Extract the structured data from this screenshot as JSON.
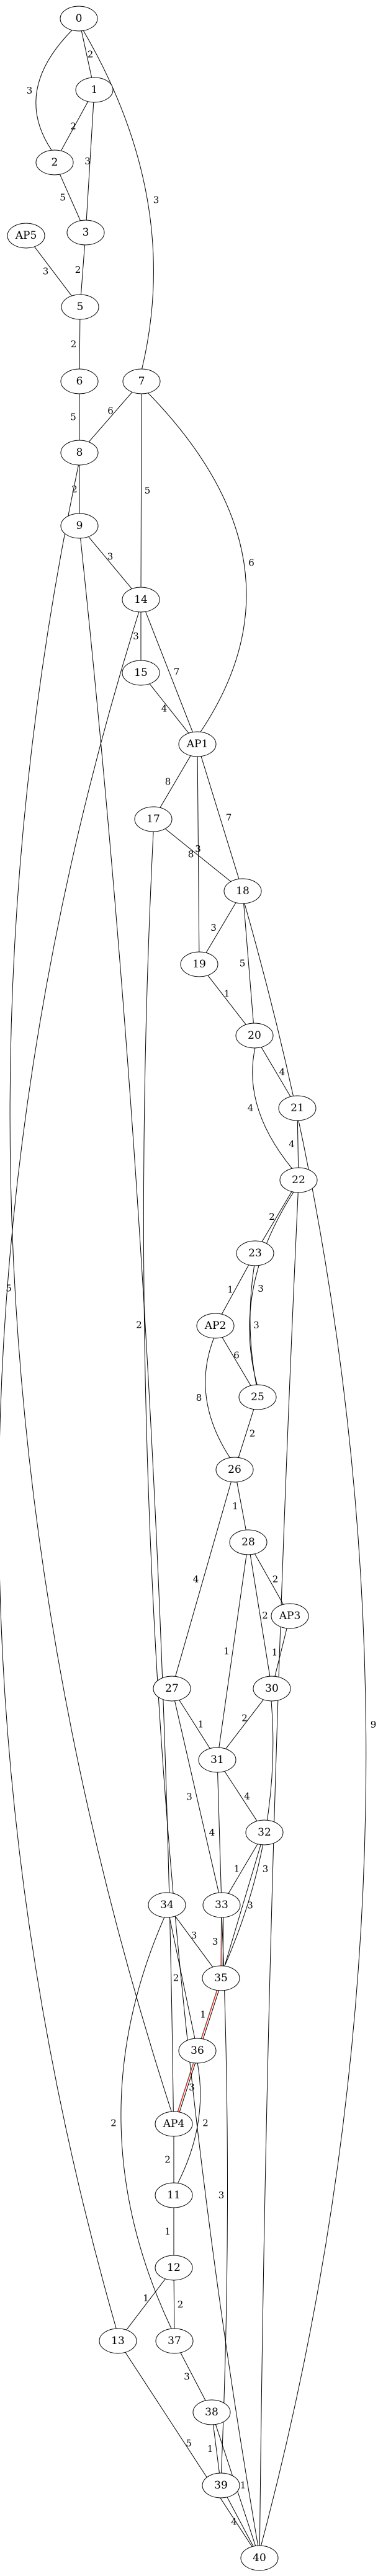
{
  "graph": {
    "highlight_color": "#c0392b",
    "nodes": [
      "0",
      "1",
      "2",
      "3",
      "AP5",
      "5",
      "6",
      "7",
      "8",
      "9",
      "14",
      "15",
      "AP1",
      "17",
      "18",
      "19",
      "20",
      "21",
      "22",
      "23",
      "AP2",
      "25",
      "26",
      "28",
      "AP3",
      "27",
      "30",
      "31",
      "32",
      "34",
      "33",
      "35",
      "36",
      "AP4",
      "11",
      "12",
      "13",
      "37",
      "38",
      "39",
      "40"
    ],
    "edges": [
      {
        "from": "0",
        "to": "1",
        "weight": "2"
      },
      {
        "from": "0",
        "to": "2",
        "weight": "3"
      },
      {
        "from": "0",
        "to": "7",
        "weight": "3"
      },
      {
        "from": "1",
        "to": "2",
        "weight": "2"
      },
      {
        "from": "1",
        "to": "3",
        "weight": "3"
      },
      {
        "from": "2",
        "to": "3",
        "weight": "5"
      },
      {
        "from": "AP5",
        "to": "5",
        "weight": "3"
      },
      {
        "from": "3",
        "to": "5",
        "weight": "2"
      },
      {
        "from": "5",
        "to": "6",
        "weight": "2"
      },
      {
        "from": "6",
        "to": "8",
        "weight": "5"
      },
      {
        "from": "7",
        "to": "8",
        "weight": "6"
      },
      {
        "from": "7",
        "to": "14",
        "weight": "5"
      },
      {
        "from": "7",
        "to": "AP1",
        "weight": "6"
      },
      {
        "from": "8",
        "to": "9",
        "weight": "2"
      },
      {
        "from": "8",
        "to": "AP4",
        "weight": "5"
      },
      {
        "from": "9",
        "to": "14",
        "weight": "3"
      },
      {
        "from": "9",
        "to": "AP4",
        "weight": "2"
      },
      {
        "from": "14",
        "to": "15",
        "weight": "3"
      },
      {
        "from": "14",
        "to": "AP1",
        "weight": "7"
      },
      {
        "from": "14",
        "to": "13",
        "weight": "4"
      },
      {
        "from": "15",
        "to": "AP1",
        "weight": "4"
      },
      {
        "from": "AP1",
        "to": "17",
        "weight": "8"
      },
      {
        "from": "AP1",
        "to": "18",
        "weight": "7"
      },
      {
        "from": "AP1",
        "to": "19",
        "weight": "8"
      },
      {
        "from": "17",
        "to": "18",
        "weight": "3"
      },
      {
        "from": "17",
        "to": "40",
        "weight": "6"
      },
      {
        "from": "18",
        "to": "19",
        "weight": "3"
      },
      {
        "from": "18",
        "to": "20",
        "weight": "5"
      },
      {
        "from": "18",
        "to": "40",
        "weight": "9"
      },
      {
        "from": "19",
        "to": "20",
        "weight": "1"
      },
      {
        "from": "20",
        "to": "21",
        "weight": "4"
      },
      {
        "from": "20",
        "to": "22",
        "weight": "4"
      },
      {
        "from": "21",
        "to": "22",
        "weight": "4"
      },
      {
        "from": "22",
        "to": "23",
        "weight": "2"
      },
      {
        "from": "22",
        "to": "25",
        "weight": "3"
      },
      {
        "from": "22",
        "to": "40",
        "weight": "3"
      },
      {
        "from": "23",
        "to": "AP2",
        "weight": "1"
      },
      {
        "from": "23",
        "to": "25",
        "weight": "3"
      },
      {
        "from": "AP2",
        "to": "25",
        "weight": "6"
      },
      {
        "from": "AP2",
        "to": "26",
        "weight": "8"
      },
      {
        "from": "25",
        "to": "26",
        "weight": "2"
      },
      {
        "from": "26",
        "to": "28",
        "weight": "1"
      },
      {
        "from": "26",
        "to": "27",
        "weight": "4"
      },
      {
        "from": "28",
        "to": "AP3",
        "weight": "2"
      },
      {
        "from": "28",
        "to": "30",
        "weight": "2"
      },
      {
        "from": "28",
        "to": "31",
        "weight": "1"
      },
      {
        "from": "AP3",
        "to": "30",
        "weight": "1"
      },
      {
        "from": "27",
        "to": "31",
        "weight": "1"
      },
      {
        "from": "27",
        "to": "33",
        "weight": "3"
      },
      {
        "from": "30",
        "to": "31",
        "weight": "2"
      },
      {
        "from": "30",
        "to": "35",
        "weight": "4"
      },
      {
        "from": "31",
        "to": "32",
        "weight": "4"
      },
      {
        "from": "31",
        "to": "33",
        "weight": "4"
      },
      {
        "from": "32",
        "to": "33",
        "weight": "1"
      },
      {
        "from": "32",
        "to": "35",
        "weight": "3"
      },
      {
        "from": "34",
        "to": "35",
        "weight": "3"
      },
      {
        "from": "34",
        "to": "36",
        "weight": "2"
      },
      {
        "from": "34",
        "to": "37",
        "weight": "2"
      },
      {
        "from": "33",
        "to": "35",
        "weight": "3",
        "highlight": true
      },
      {
        "from": "33",
        "to": "39",
        "weight": "3"
      },
      {
        "from": "35",
        "to": "36",
        "weight": "1",
        "highlight": true
      },
      {
        "from": "36",
        "to": "AP4",
        "weight": "3",
        "highlight": true
      },
      {
        "from": "36",
        "to": "11",
        "weight": "2"
      },
      {
        "from": "AP4",
        "to": "11",
        "weight": "2"
      },
      {
        "from": "11",
        "to": "12",
        "weight": "1"
      },
      {
        "from": "12",
        "to": "13",
        "weight": "1"
      },
      {
        "from": "12",
        "to": "37",
        "weight": "2"
      },
      {
        "from": "13",
        "to": "40",
        "weight": "5"
      },
      {
        "from": "37",
        "to": "38",
        "weight": "3"
      },
      {
        "from": "38",
        "to": "39",
        "weight": "1"
      },
      {
        "from": "38",
        "to": "40",
        "weight": "1"
      },
      {
        "from": "39",
        "to": "40",
        "weight": "4"
      }
    ]
  }
}
